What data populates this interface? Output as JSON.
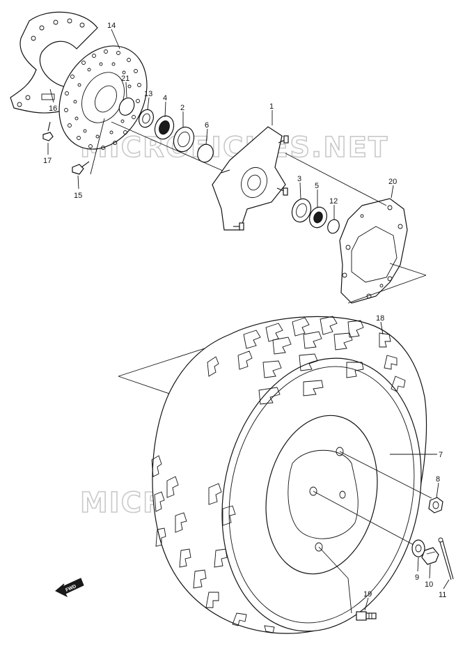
{
  "watermarks": [
    "MICROFICHES.NET",
    "MICROFICHES.NET"
  ],
  "fwd_label": "FWD",
  "callouts": {
    "c1": "1",
    "c2": "2",
    "c3": "3",
    "c4": "4",
    "c5": "5",
    "c6": "6",
    "c7": "7",
    "c8": "8",
    "c9": "9",
    "c10": "10",
    "c11": "11",
    "c12": "12",
    "c13": "13",
    "c14": "14",
    "c15": "15",
    "c16": "16",
    "c17": "17",
    "c18": "18",
    "c19": "19",
    "c20": "20",
    "c21": "21"
  },
  "colors": {
    "line": "#111111",
    "watermark": "#c9c9c9",
    "background": "#ffffff"
  }
}
